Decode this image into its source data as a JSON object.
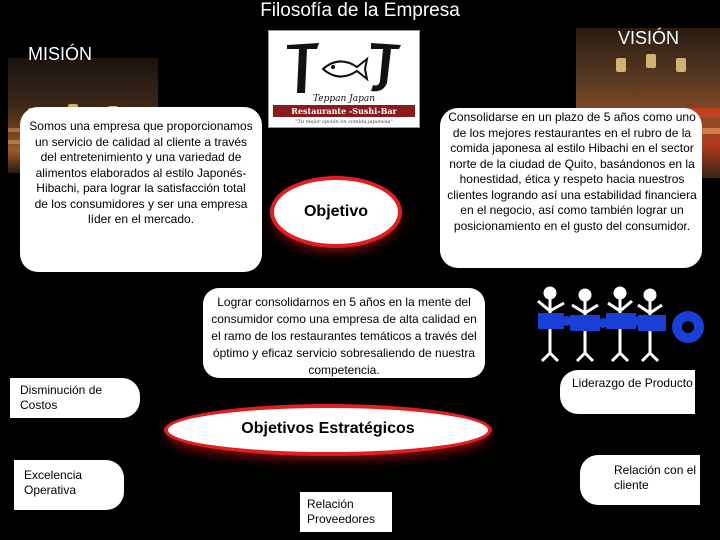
{
  "title": "Filosofía de la Empresa",
  "mision": {
    "heading": "MISIÓN",
    "text": "Somos una empresa que proporcionamos un servicio de calidad al cliente a través del entretenimiento y una variedad de alimentos elaborados al estilo Japonés-Hibachi, para lograr la satisfacción total de los consumidores y ser una empresa líder en el mercado."
  },
  "vision": {
    "heading": "VISIÓN",
    "text": "Consolidarse en un plazo de 5 años como uno de los mejores restaurantes en el rubro de la comida japonesa al estilo Hibachi en el sector norte de la ciudad de Quito, basándonos en la honestidad, ética y respeto hacia nuestros clientes logrando así una estabilidad financiera en el negocio, así como también lograr un posicionamiento en el gusto del consumidor."
  },
  "logo": {
    "brand": "Teppan Japan",
    "subtitle": "Restaurante -Sushi-Bar",
    "tagline": "\"Tu mejor opción en comida japonesa\""
  },
  "objetivo": {
    "label": "Objetivo",
    "text": "Lograr consolidarnos en 5 años en la mente del consumidor como una empresa de alta calidad en el ramo de los restaurantes temáticos a través del óptimo y eficaz servicio sobresaliendo de nuestra competencia."
  },
  "estrategicos": {
    "label": "Objetivos Estratégicos",
    "items": {
      "costos": "Disminución de Costos",
      "liderazgo": "Liderazgo de Producto",
      "excelencia": "Excelencia Operativa",
      "cliente": "Relación con el cliente",
      "proveedores": "Relación Proveedores"
    }
  },
  "colors": {
    "background": "#000000",
    "accent": "#e02020",
    "box": "#ffffff",
    "figures": "#1a3fd6"
  }
}
